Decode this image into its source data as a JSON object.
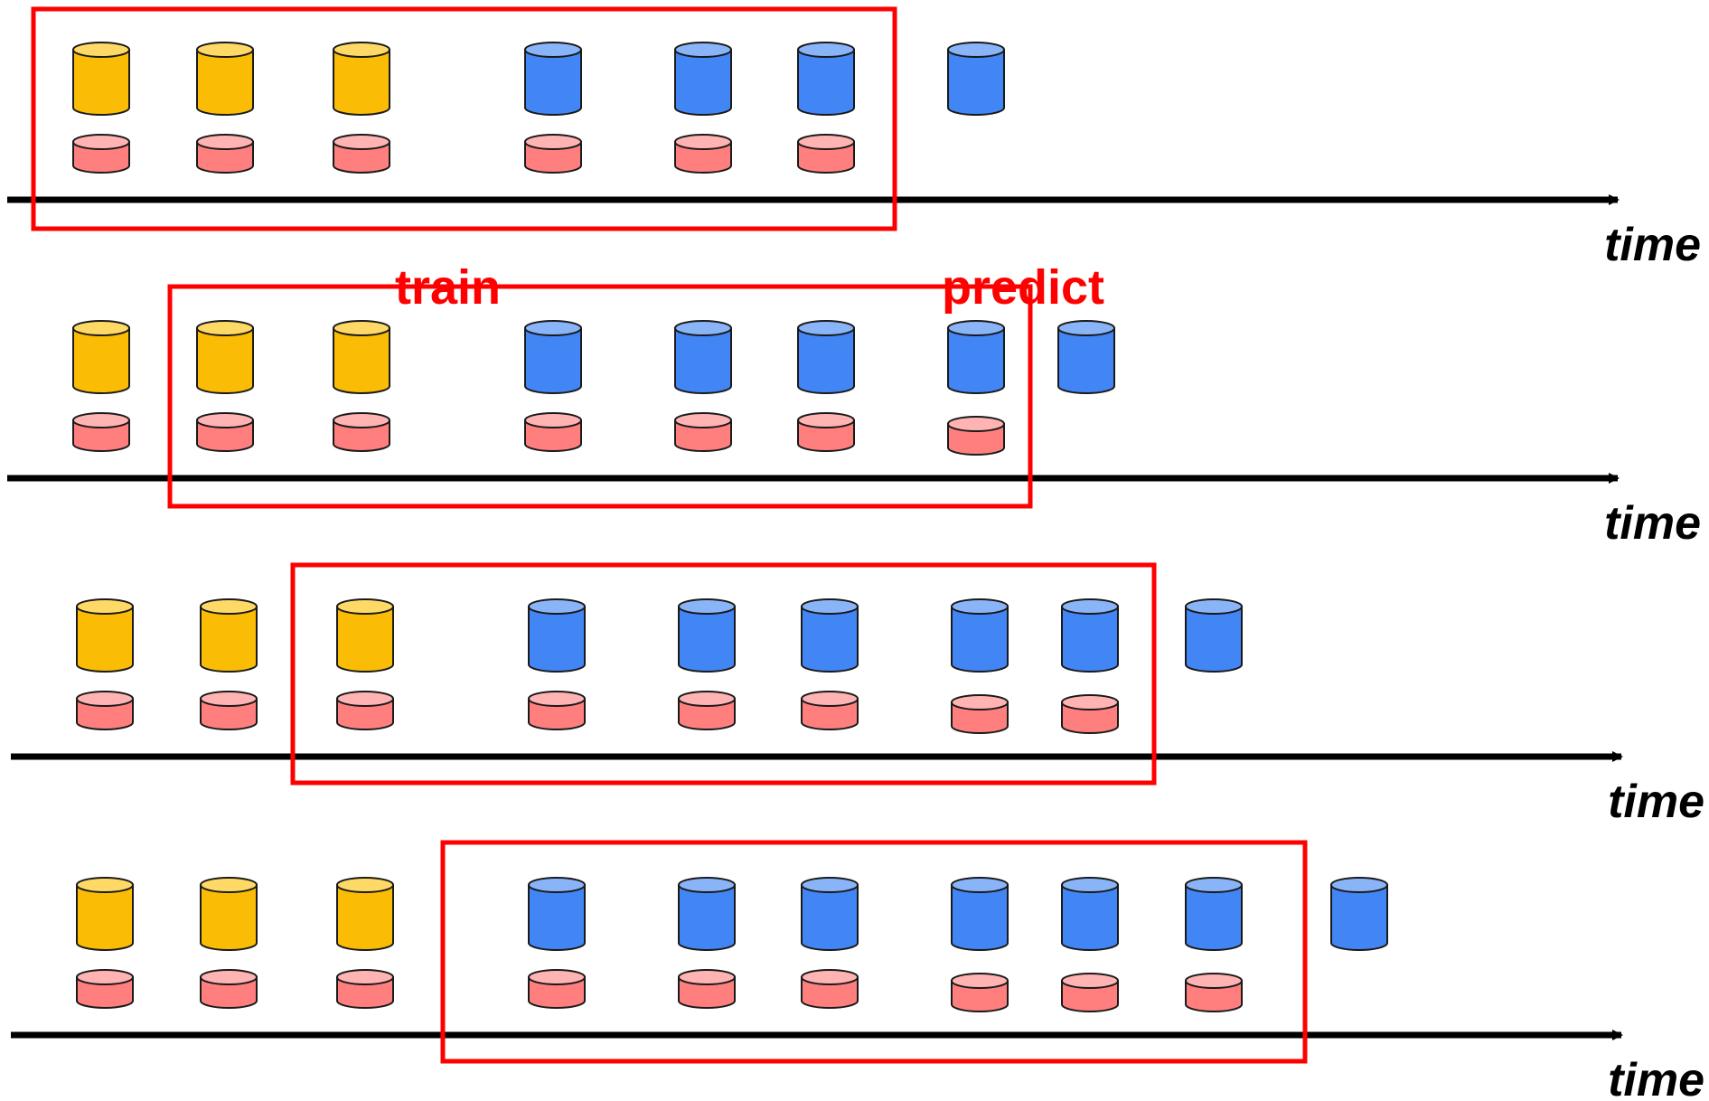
{
  "labels": {
    "train": "train",
    "predict": "predict",
    "time": "time"
  },
  "colors": {
    "yellow_body": "#fbbc05",
    "yellow_top": "#ffd966",
    "blue_body": "#4285f4",
    "blue_top": "#8ab4f8",
    "pink_body": "#ff7f7f",
    "pink_top": "#ffb3b3",
    "window": "#ff0000",
    "axis": "#000000"
  },
  "rows": [
    {
      "window_start": 0,
      "window_end": 5,
      "yellow": 3,
      "blue": 4,
      "pink": 6
    },
    {
      "window_start": 1,
      "window_end": 6,
      "yellow": 3,
      "blue": 5,
      "pink": 7
    },
    {
      "window_start": 2,
      "window_end": 7,
      "yellow": 3,
      "blue": 6,
      "pink": 8
    },
    {
      "window_start": 3,
      "window_end": 8,
      "yellow": 3,
      "blue": 7,
      "pink": 9
    }
  ]
}
